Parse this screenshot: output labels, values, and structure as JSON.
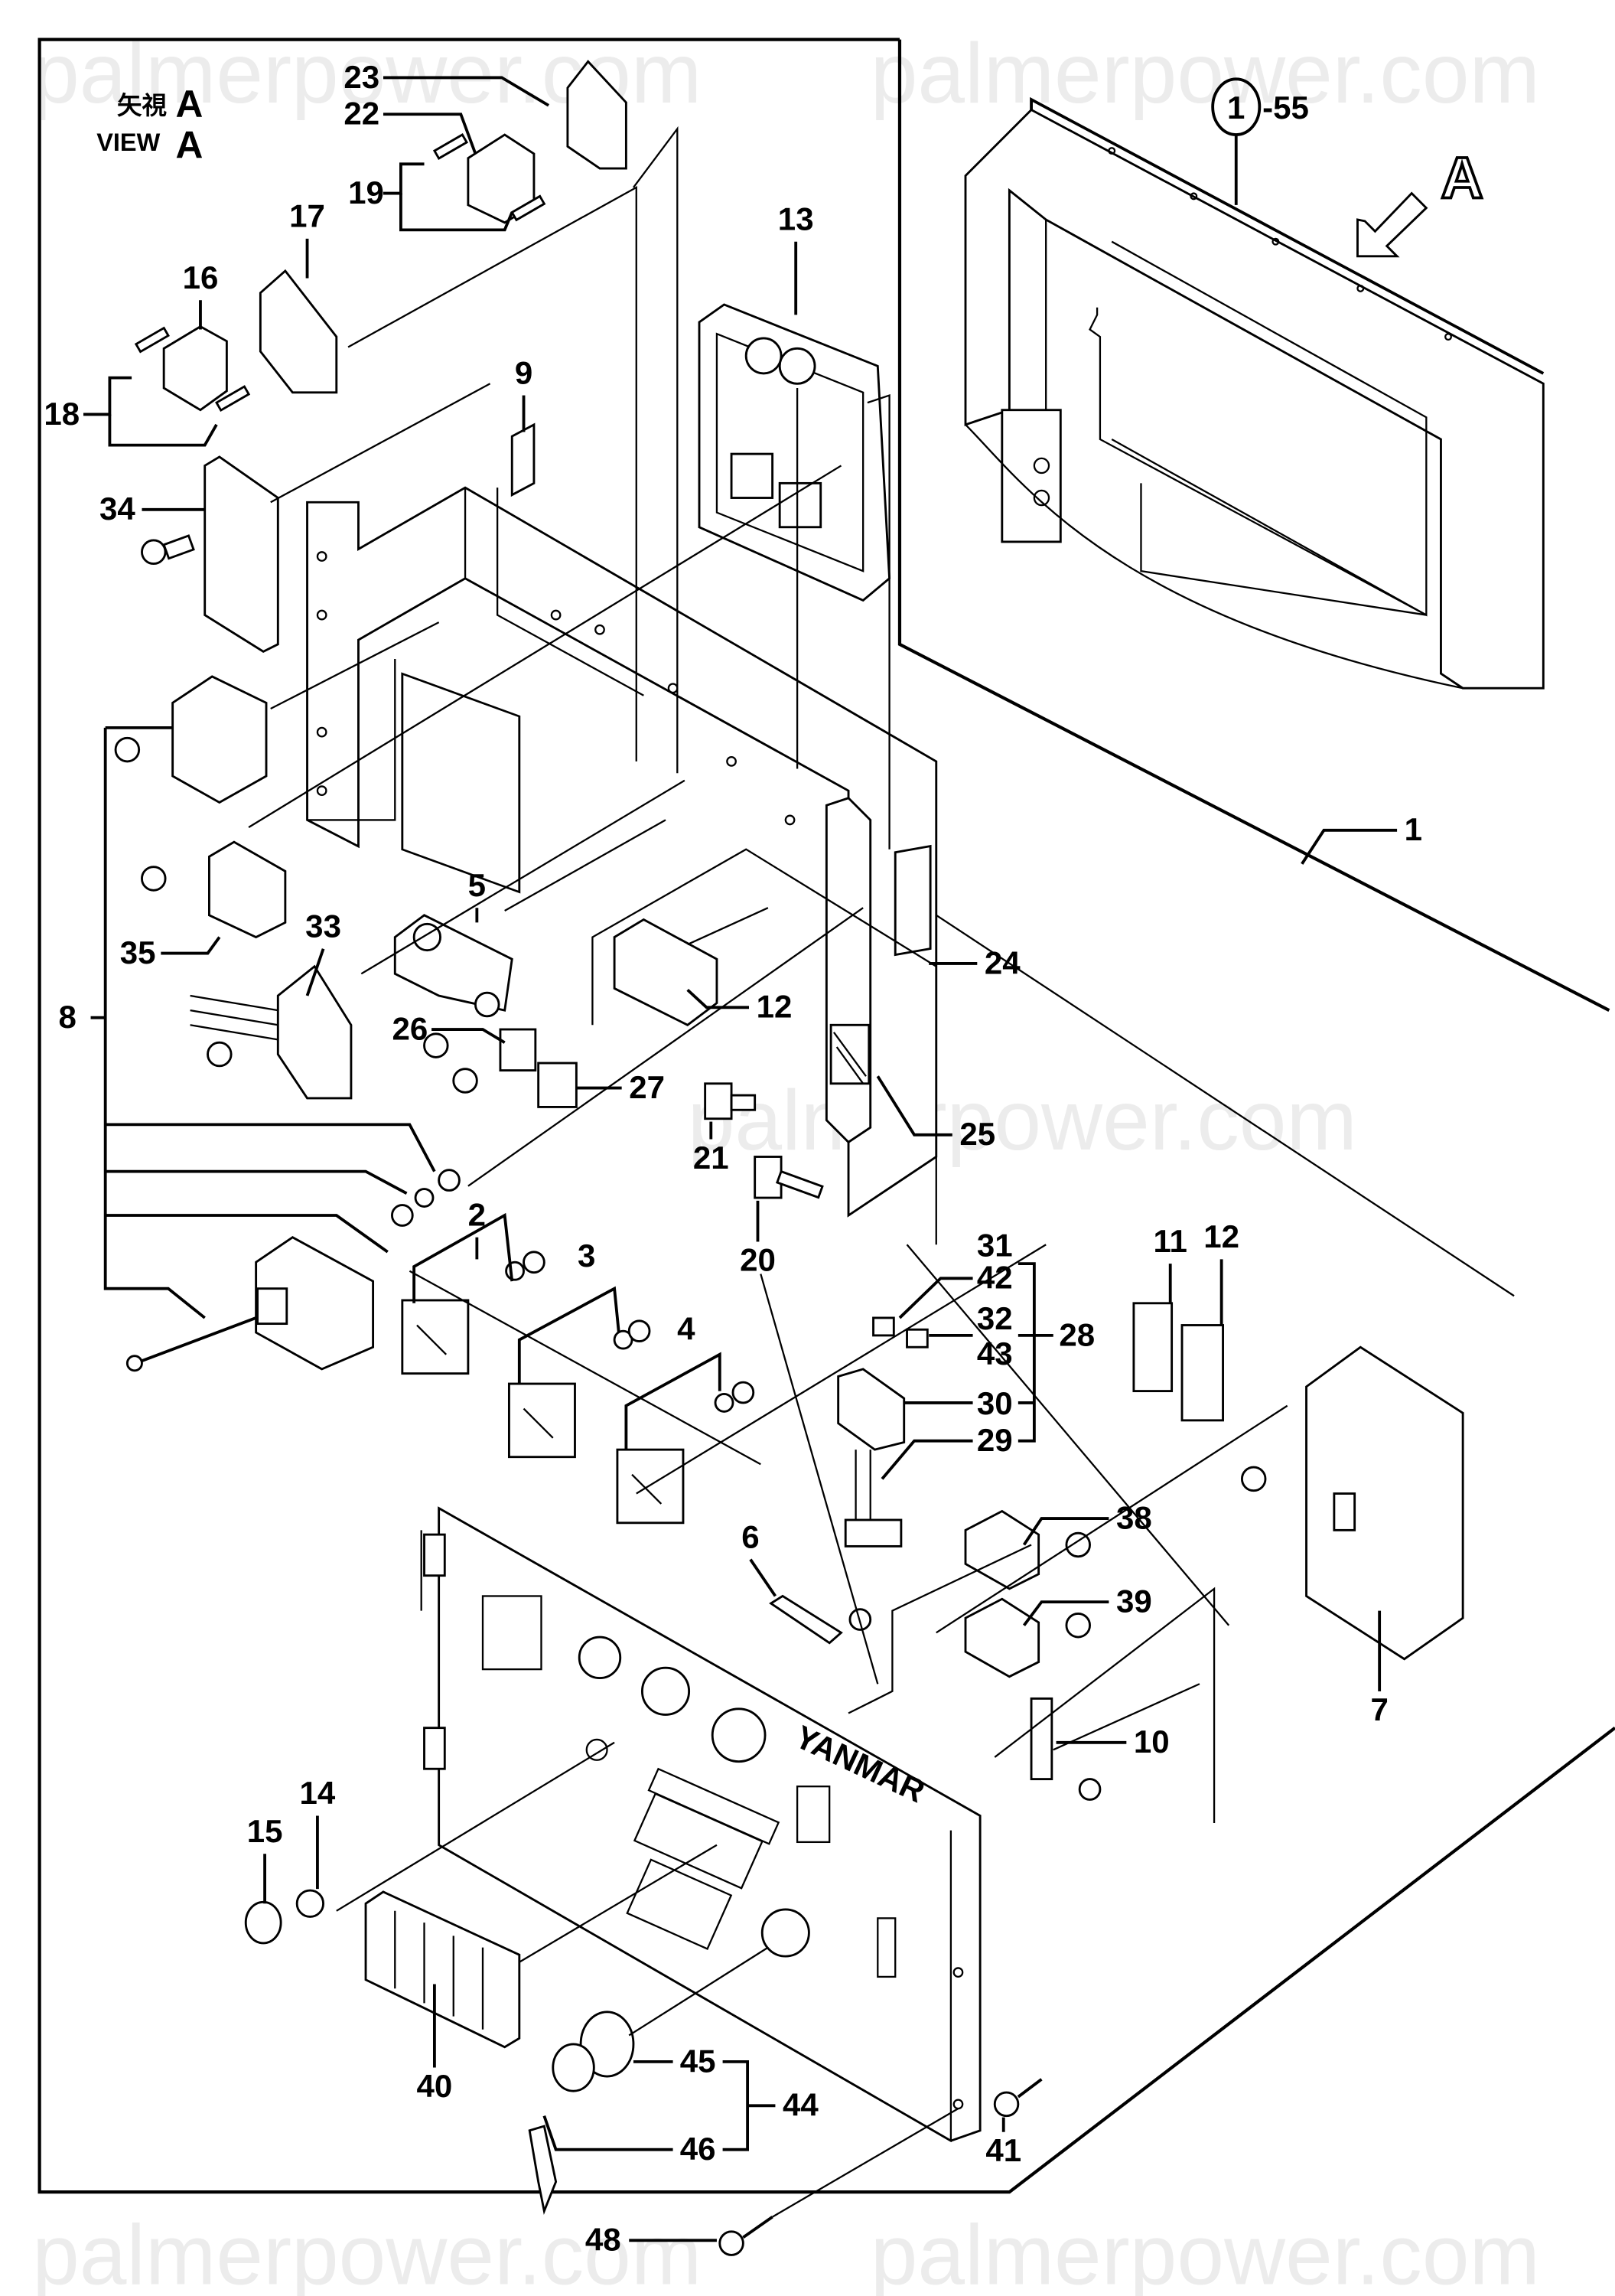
{
  "watermark": {
    "text": "palmerpower.com",
    "color": "#ececec"
  },
  "view_label": {
    "japanese": "矢視",
    "english": "VIEW",
    "letter": "A"
  },
  "detail_view": {
    "callout_circle": "1",
    "callout_suffix": "-55",
    "arrow_letter": "A",
    "brand_plate": "YANMAR"
  },
  "callouts": [
    {
      "id": "c1",
      "text": "1"
    },
    {
      "id": "c2",
      "text": "2"
    },
    {
      "id": "c3",
      "text": "3"
    },
    {
      "id": "c4",
      "text": "4"
    },
    {
      "id": "c5",
      "text": "5"
    },
    {
      "id": "c6",
      "text": "6"
    },
    {
      "id": "c7",
      "text": "7"
    },
    {
      "id": "c8",
      "text": "8"
    },
    {
      "id": "c9",
      "text": "9"
    },
    {
      "id": "c10",
      "text": "10"
    },
    {
      "id": "c11",
      "text": "11"
    },
    {
      "id": "c12a",
      "text": "12"
    },
    {
      "id": "c12b",
      "text": "12"
    },
    {
      "id": "c13",
      "text": "13"
    },
    {
      "id": "c14",
      "text": "14"
    },
    {
      "id": "c15",
      "text": "15"
    },
    {
      "id": "c16",
      "text": "16"
    },
    {
      "id": "c17",
      "text": "17"
    },
    {
      "id": "c18",
      "text": "18"
    },
    {
      "id": "c19",
      "text": "19"
    },
    {
      "id": "c20",
      "text": "20"
    },
    {
      "id": "c21",
      "text": "21"
    },
    {
      "id": "c22",
      "text": "22"
    },
    {
      "id": "c23",
      "text": "23"
    },
    {
      "id": "c24",
      "text": "24"
    },
    {
      "id": "c25",
      "text": "25"
    },
    {
      "id": "c26",
      "text": "26"
    },
    {
      "id": "c27",
      "text": "27"
    },
    {
      "id": "c28",
      "text": "28"
    },
    {
      "id": "c29",
      "text": "29"
    },
    {
      "id": "c30",
      "text": "30"
    },
    {
      "id": "c31",
      "text": "31"
    },
    {
      "id": "c32",
      "text": "32"
    },
    {
      "id": "c33",
      "text": "33"
    },
    {
      "id": "c34",
      "text": "34"
    },
    {
      "id": "c35",
      "text": "35"
    },
    {
      "id": "c38",
      "text": "38"
    },
    {
      "id": "c39",
      "text": "39"
    },
    {
      "id": "c40",
      "text": "40"
    },
    {
      "id": "c41",
      "text": "41"
    },
    {
      "id": "c42",
      "text": "42"
    },
    {
      "id": "c43",
      "text": "43"
    },
    {
      "id": "c44",
      "text": "44"
    },
    {
      "id": "c45",
      "text": "45"
    },
    {
      "id": "c46",
      "text": "46"
    },
    {
      "id": "c48",
      "text": "48"
    }
  ],
  "groups": [
    {
      "group": "28",
      "members": [
        "31",
        "42",
        "32",
        "43",
        "30",
        "29"
      ]
    },
    {
      "group": "44",
      "members": [
        "45",
        "46"
      ]
    },
    {
      "group": "18",
      "members": [
        "16"
      ]
    },
    {
      "group": "19",
      "members": [
        "22"
      ]
    }
  ]
}
